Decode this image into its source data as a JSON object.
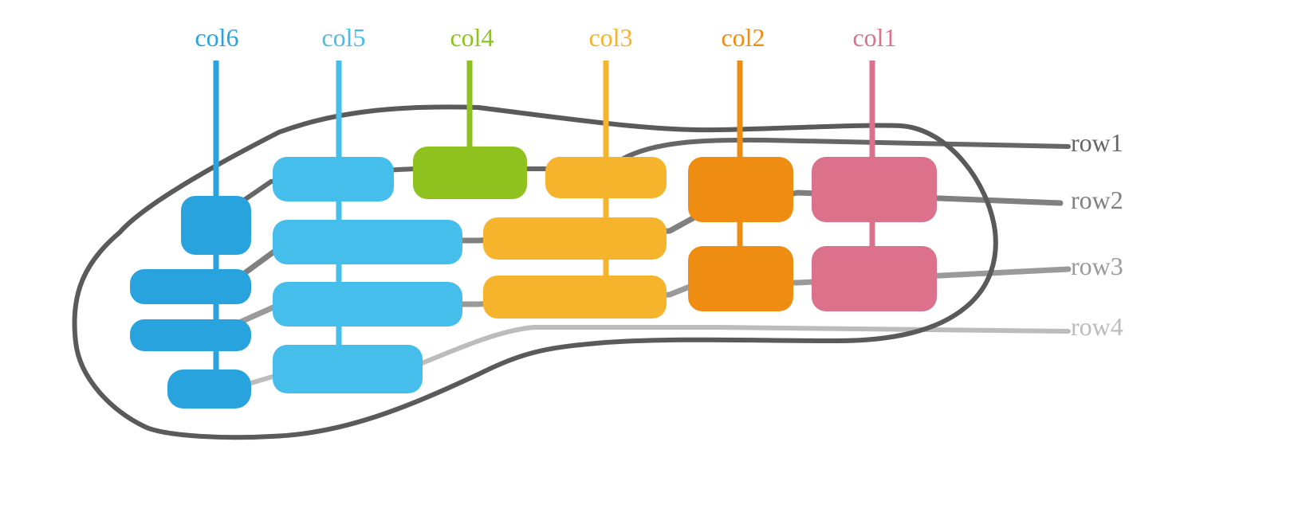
{
  "columns": [
    {
      "id": "col6",
      "label": "col6",
      "color": "#29a3de"
    },
    {
      "id": "col5",
      "label": "col5",
      "color": "#45beec"
    },
    {
      "id": "col4",
      "label": "col4",
      "color": "#8fc21f"
    },
    {
      "id": "col3",
      "label": "col3",
      "color": "#f6b42c"
    },
    {
      "id": "col2",
      "label": "col2",
      "color": "#ef8c12"
    },
    {
      "id": "col1",
      "label": "col1",
      "color": "#dc718b"
    }
  ],
  "rows": [
    {
      "id": "row1",
      "label": "row1",
      "color": "#666666"
    },
    {
      "id": "row2",
      "label": "row2",
      "color": "#808080"
    },
    {
      "id": "row3",
      "label": "row3",
      "color": "#9a9a9a"
    },
    {
      "id": "row4",
      "label": "row4",
      "color": "#bcbcbc"
    }
  ],
  "outline_color": "#5a5a5a"
}
